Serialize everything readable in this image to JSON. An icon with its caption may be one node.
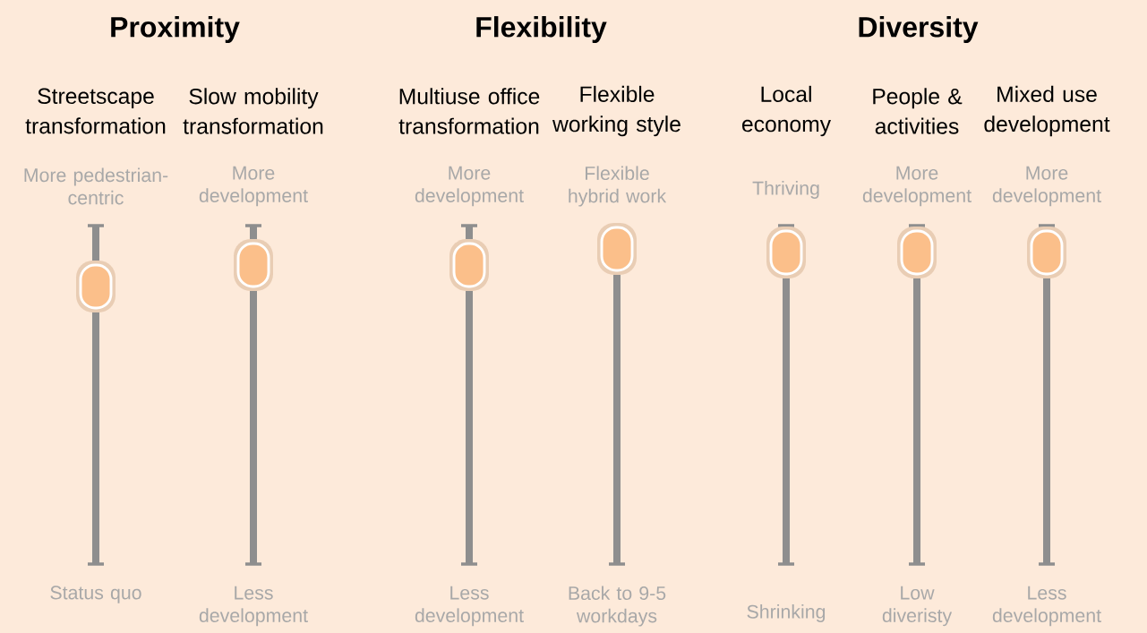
{
  "diagram": {
    "nodes": [
      {
        "text": [
          "Streetscape transformation",
          "More pedestrian-centric",
          "Status quo"
        ]
      },
      {
        "text": [
          "Slow mobility transformation",
          "More development",
          "Less development"
        ]
      },
      {
        "text": [
          "Multiuse office transformation",
          "More development",
          "Less development"
        ]
      },
      {
        "text": [
          "Flexible working style",
          "Flexible hybrid work",
          "Back to 9-5 workdays"
        ]
      },
      {
        "text": [
          "Local economy",
          "Thriving",
          "Shrinking"
        ]
      },
      {
        "text": [
          "People & activities",
          "More development",
          "Low diveristy"
        ]
      },
      {
        "text": [
          "Mixed use development",
          "More development",
          "Less development"
        ]
      }
    ],
    "labels": [
      "Proximity",
      "Flexibility",
      "Diversity"
    ]
  }
}
